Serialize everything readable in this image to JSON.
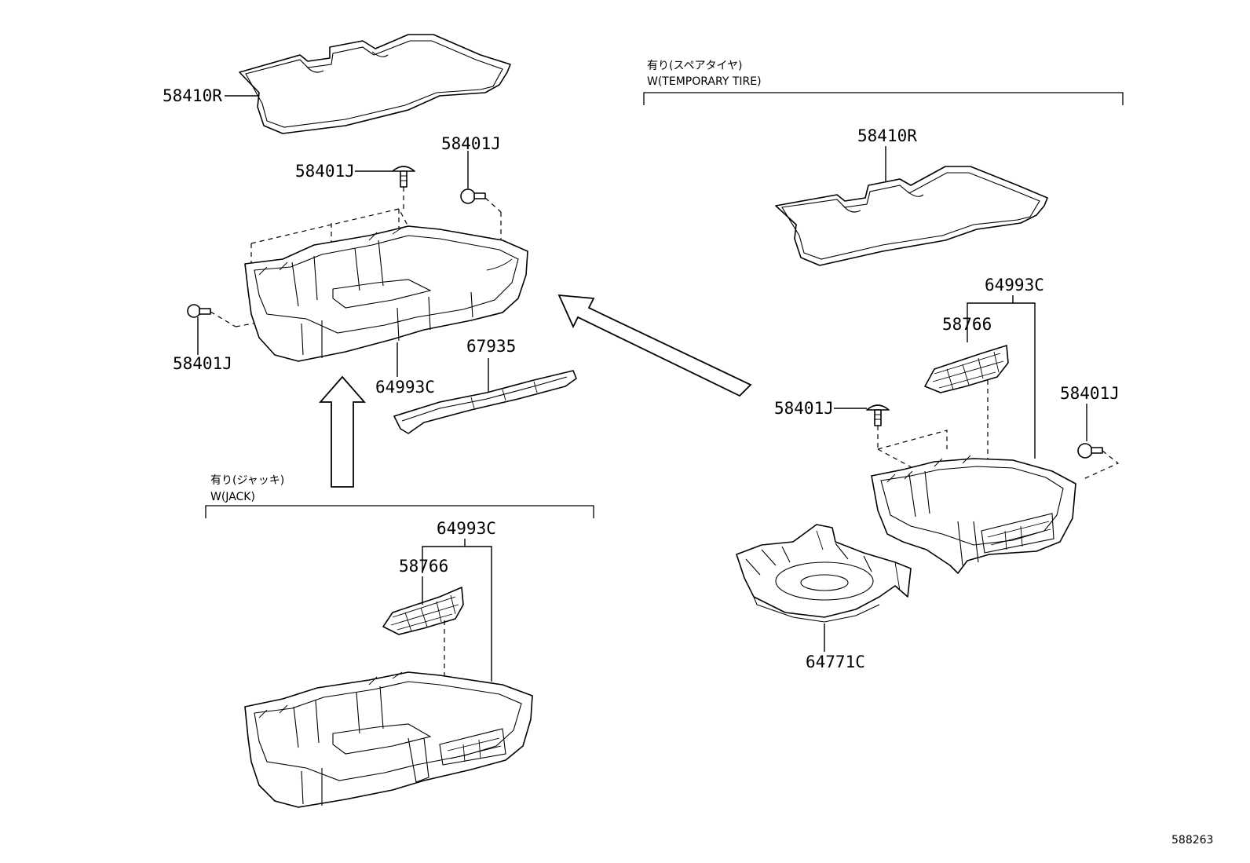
{
  "groups": {
    "temporary_tire": {
      "jp": "有り(スペアタイヤ)",
      "en": "W(TEMPORARY TIRE)"
    },
    "jack": {
      "jp": "有り(ジャッキ)",
      "en": "W(JACK)"
    }
  },
  "parts": {
    "mat_top": "58410R",
    "clip_a": "58401J",
    "clip_b": "58401J",
    "clip_c": "58401J",
    "box_top": "64993C",
    "plate_top": "67935",
    "mat_right": "58410R",
    "box_right": "64993C",
    "cover_right": "58766",
    "clip_right_a": "58401J",
    "clip_right_b": "58401J",
    "tire_tray": "64771C",
    "box_bottom": "64993C",
    "cover_bottom": "58766"
  },
  "diagram_id": "588263"
}
